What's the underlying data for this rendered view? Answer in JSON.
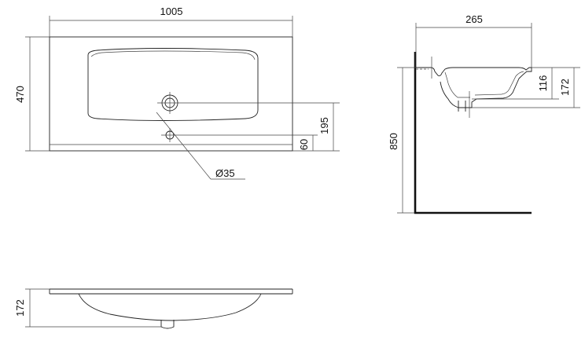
{
  "dimensions": {
    "top_width": "1005",
    "top_depth": "470",
    "drain_from_front": "195",
    "tap_hole_offset": "60",
    "hole_diameter": "Ø35",
    "side_depth": "265",
    "basin_inner_height": "116",
    "side_total_height": "172",
    "mount_height": "850",
    "front_height": "172"
  }
}
